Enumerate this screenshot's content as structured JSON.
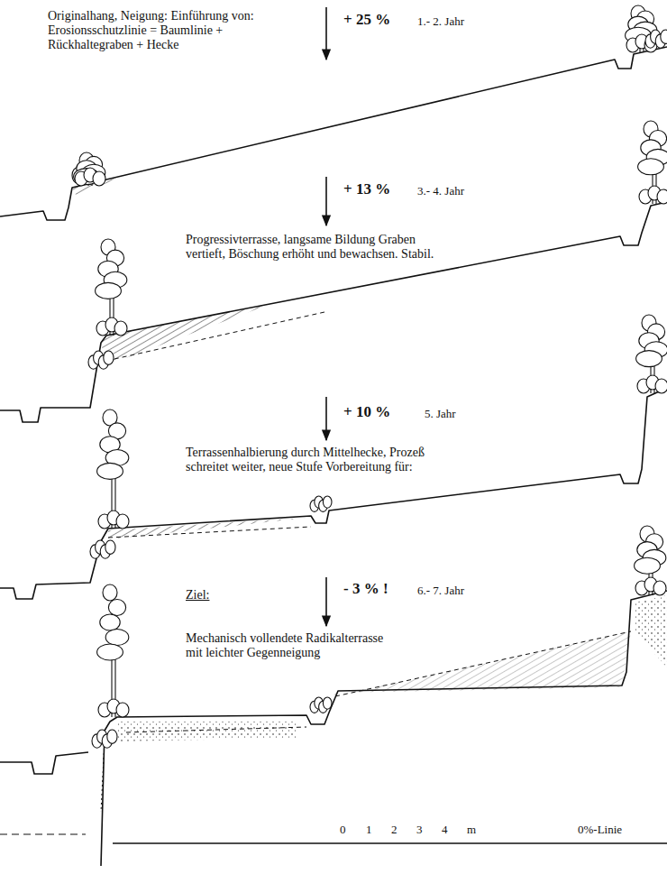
{
  "diagram": {
    "labels": [
      "Originalhang, Neigung: Einführung von: Erosionsschutzlinie = Baumlinie + Rückhaltegraben + Hecke",
      "+ 25 %",
      "1.- 2. Jahr",
      "+ 13 %",
      "3.- 4. Jahr",
      "Progressivterrasse, langsame Bildung Graben vertieft, Böschung erhöht und bewachsen. Stabil.",
      "+ 10 %",
      "5. Jahr",
      "Terrassenhalbierung durch Mittelhecke, Prozeß schreitet weiter, neue Stufe Vorbereitung für:",
      "Ziel:",
      "- 3 % !",
      "6.- 7. Jahr",
      "Mechanisch vollendete Radikalterrasse mit leichter Gegenneigung",
      "0",
      "1",
      "2",
      "3",
      "4",
      "m",
      "0%-Linie"
    ]
  }
}
